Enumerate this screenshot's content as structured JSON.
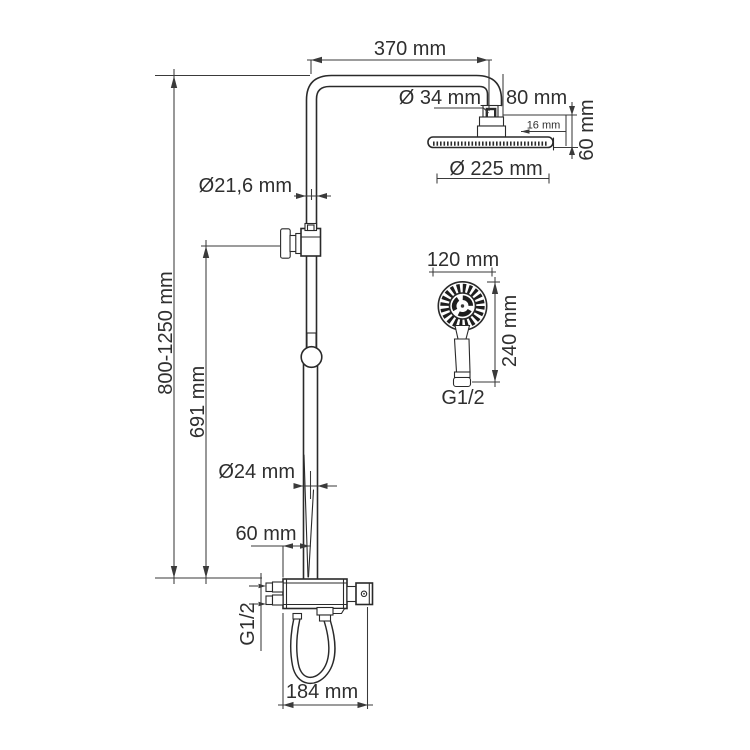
{
  "drawing": {
    "type": "technical-dimension-diagram",
    "subject": "shower column system with overhead shower, hand shower and thermostatic mixer",
    "background_color": "#ffffff",
    "line_color": "#2a2a2a",
    "dimensions": {
      "arm_length": "370 mm",
      "arm_connector_diameter": "Ø 34 mm",
      "head_connector_offset": "80 mm",
      "head_plate_thickness": "16 mm",
      "head_height": "60 mm",
      "head_diameter": "Ø 225 mm",
      "upper_pipe_diameter": "Ø21,6 mm",
      "column_height_range": "800-1250 mm",
      "bracket_height": "691 mm",
      "hand_shower_diameter": "120 mm",
      "hand_shower_length": "240 mm",
      "hand_shower_thread": "G1/2",
      "lower_pipe_diameter": "Ø24 mm",
      "mixer_offset": "60 mm",
      "mixer_thread": "G1/2",
      "mixer_width": "184 mm"
    }
  }
}
